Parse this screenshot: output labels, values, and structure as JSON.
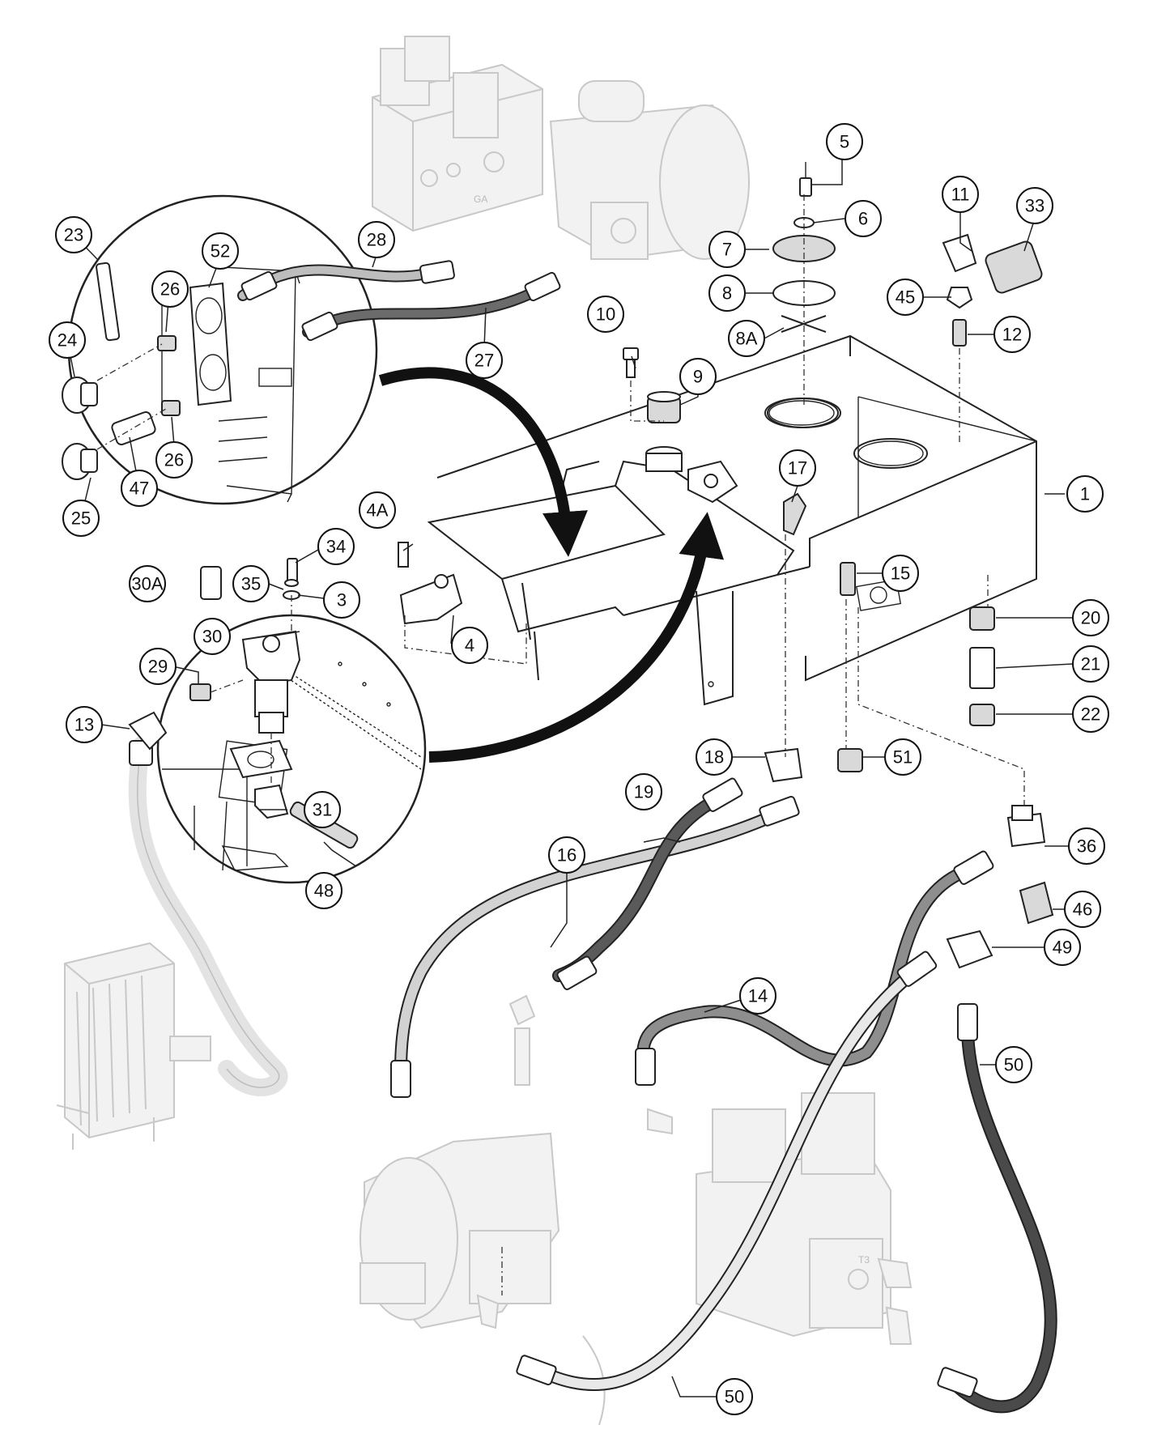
{
  "callouts": [
    {
      "id": "c1",
      "label": "1"
    },
    {
      "id": "c3",
      "label": "3"
    },
    {
      "id": "c4",
      "label": "4"
    },
    {
      "id": "c4a",
      "label": "4A"
    },
    {
      "id": "c5",
      "label": "5"
    },
    {
      "id": "c6",
      "label": "6"
    },
    {
      "id": "c7",
      "label": "7"
    },
    {
      "id": "c8",
      "label": "8"
    },
    {
      "id": "c8a",
      "label": "8A"
    },
    {
      "id": "c9",
      "label": "9"
    },
    {
      "id": "c10",
      "label": "10"
    },
    {
      "id": "c11",
      "label": "11"
    },
    {
      "id": "c12",
      "label": "12"
    },
    {
      "id": "c13",
      "label": "13"
    },
    {
      "id": "c14",
      "label": "14"
    },
    {
      "id": "c15",
      "label": "15"
    },
    {
      "id": "c16",
      "label": "16"
    },
    {
      "id": "c17",
      "label": "17"
    },
    {
      "id": "c18",
      "label": "18"
    },
    {
      "id": "c19",
      "label": "19"
    },
    {
      "id": "c20",
      "label": "20"
    },
    {
      "id": "c21",
      "label": "21"
    },
    {
      "id": "c22",
      "label": "22"
    },
    {
      "id": "c23",
      "label": "23"
    },
    {
      "id": "c24",
      "label": "24"
    },
    {
      "id": "c25",
      "label": "25"
    },
    {
      "id": "c26a",
      "label": "26"
    },
    {
      "id": "c26b",
      "label": "26"
    },
    {
      "id": "c27",
      "label": "27"
    },
    {
      "id": "c28",
      "label": "28"
    },
    {
      "id": "c29",
      "label": "29"
    },
    {
      "id": "c30",
      "label": "30"
    },
    {
      "id": "c30a",
      "label": "30A"
    },
    {
      "id": "c31",
      "label": "31"
    },
    {
      "id": "c33",
      "label": "33"
    },
    {
      "id": "c34",
      "label": "34"
    },
    {
      "id": "c35",
      "label": "35"
    },
    {
      "id": "c36",
      "label": "36"
    },
    {
      "id": "c45",
      "label": "45"
    },
    {
      "id": "c46",
      "label": "46"
    },
    {
      "id": "c47",
      "label": "47"
    },
    {
      "id": "c48",
      "label": "48"
    },
    {
      "id": "c49",
      "label": "49"
    },
    {
      "id": "c50a",
      "label": "50"
    },
    {
      "id": "c50b",
      "label": "50"
    },
    {
      "id": "c51",
      "label": "51"
    },
    {
      "id": "c52",
      "label": "52"
    }
  ],
  "embossed_text": {
    "valve_port_ga": "GA",
    "valve_port_t3": "T3"
  }
}
